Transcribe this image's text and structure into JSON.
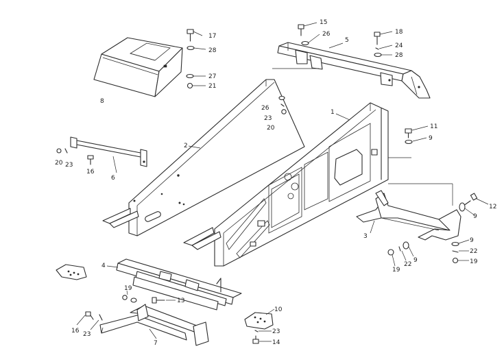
{
  "parts": [
    {
      "id": "p1",
      "label": "1"
    },
    {
      "id": "p2",
      "label": "2"
    },
    {
      "id": "p3",
      "label": "3"
    },
    {
      "id": "p4",
      "label": "4"
    },
    {
      "id": "p5",
      "label": "5"
    },
    {
      "id": "p6",
      "label": "6"
    },
    {
      "id": "p7",
      "label": "7"
    },
    {
      "id": "p8",
      "label": "8"
    },
    {
      "id": "p9a",
      "label": "9"
    },
    {
      "id": "p9b",
      "label": "9"
    },
    {
      "id": "p9c",
      "label": "9"
    },
    {
      "id": "p9d",
      "label": "9"
    },
    {
      "id": "p10",
      "label": "10"
    },
    {
      "id": "p11",
      "label": "11"
    },
    {
      "id": "p12",
      "label": "12"
    },
    {
      "id": "p13",
      "label": "13"
    },
    {
      "id": "p14",
      "label": "14"
    },
    {
      "id": "p15",
      "label": "15"
    },
    {
      "id": "p16a",
      "label": "16"
    },
    {
      "id": "p16b",
      "label": "16"
    },
    {
      "id": "p17",
      "label": "17"
    },
    {
      "id": "p18",
      "label": "18"
    },
    {
      "id": "p19a",
      "label": "19"
    },
    {
      "id": "p19b",
      "label": "19"
    },
    {
      "id": "p19c",
      "label": "19"
    },
    {
      "id": "p20a",
      "label": "20"
    },
    {
      "id": "p20b",
      "label": "20"
    },
    {
      "id": "p21",
      "label": "21"
    },
    {
      "id": "p22a",
      "label": "22"
    },
    {
      "id": "p22b",
      "label": "22"
    },
    {
      "id": "p23a",
      "label": "23"
    },
    {
      "id": "p23b",
      "label": "23"
    },
    {
      "id": "p23c",
      "label": "23"
    },
    {
      "id": "p23d",
      "label": "23"
    },
    {
      "id": "p24",
      "label": "24"
    },
    {
      "id": "p26a",
      "label": "26"
    },
    {
      "id": "p26b",
      "label": "26"
    },
    {
      "id": "p27",
      "label": "27"
    },
    {
      "id": "p28a",
      "label": "28"
    },
    {
      "id": "p28b",
      "label": "28"
    }
  ]
}
